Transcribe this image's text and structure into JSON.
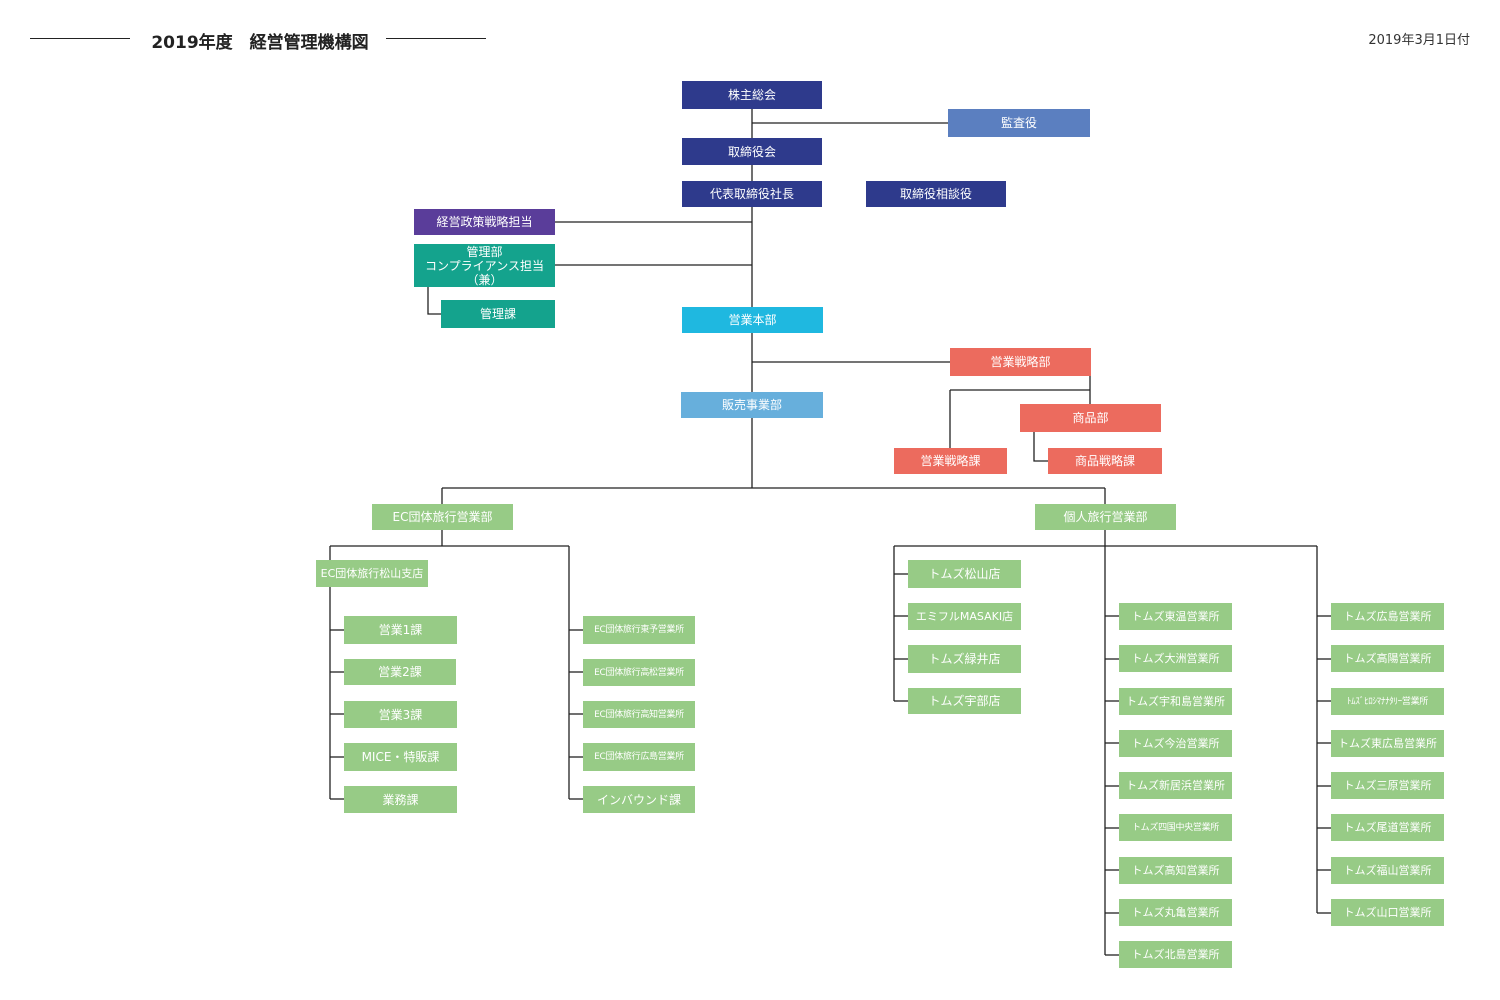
{
  "header": {
    "title": "2019年度　経営管理機構図",
    "date": "2019年3月1日付"
  },
  "nodes": {
    "shareholders": "株主総会",
    "auditor": "監査役",
    "board": "取締役会",
    "president": "代表取締役社長",
    "advisor": "取締役相談役",
    "policy_strategy": "経営政策戦略担当",
    "admin_dept": "管理部\nコンプライアンス担当（兼）",
    "admin_section": "管理課",
    "sales_hq": "営業本部",
    "sales_strategy_dept": "営業戦略部",
    "sales_business_dept": "販売事業部",
    "product_dept": "商品部",
    "sales_strategy_section": "営業戦略課",
    "product_strategy_section": "商品戦略課",
    "ec_group_dept": "EC団体旅行営業部",
    "personal_dept": "個人旅行営業部",
    "ec_matsuyama_branch": "EC団体旅行松山支店",
    "sales_1": "営業1課",
    "sales_2": "営業2課",
    "sales_3": "営業3課",
    "mice": "MICE・特販課",
    "operations": "業務課",
    "ec_toyo": "EC団体旅行東予営業所",
    "ec_takamatsu": "EC団体旅行高松営業所",
    "ec_kochi": "EC団体旅行高知営業所",
    "ec_hiroshima": "EC団体旅行広島営業所",
    "inbound": "インバウンド課",
    "t_matsuyama": "トムズ松山店",
    "emifull": "エミフルMASAKI店",
    "t_midorii": "トムズ緑井店",
    "t_ube": "トムズ宇部店",
    "t_toon": "トムズ東温営業所",
    "t_ozu": "トムズ大洲営業所",
    "t_uwajima": "トムズ宇和島営業所",
    "t_imabari": "トムズ今治営業所",
    "t_niihama": "トムズ新居浜営業所",
    "t_shikoku_chuo": "トムズ四国中央営業所",
    "t_kochi": "トムズ高知営業所",
    "t_marugame": "トムズ丸亀営業所",
    "t_hojo": "トムズ北島営業所",
    "t_hiroshima": "トムズ広島営業所",
    "t_koyo": "トムズ高陽営業所",
    "t_hiroshima_minato": "ﾄﾑｽﾞﾋﾛｼﾏﾅﾅﾀﾘｰ営業所",
    "t_higashihiroshima": "トムズ東広島営業所",
    "t_mihara": "トムズ三原営業所",
    "t_onomichi": "トムズ尾道営業所",
    "t_fukuyama": "トムズ福山営業所",
    "t_yamaguchi": "トムズ山口営業所"
  }
}
